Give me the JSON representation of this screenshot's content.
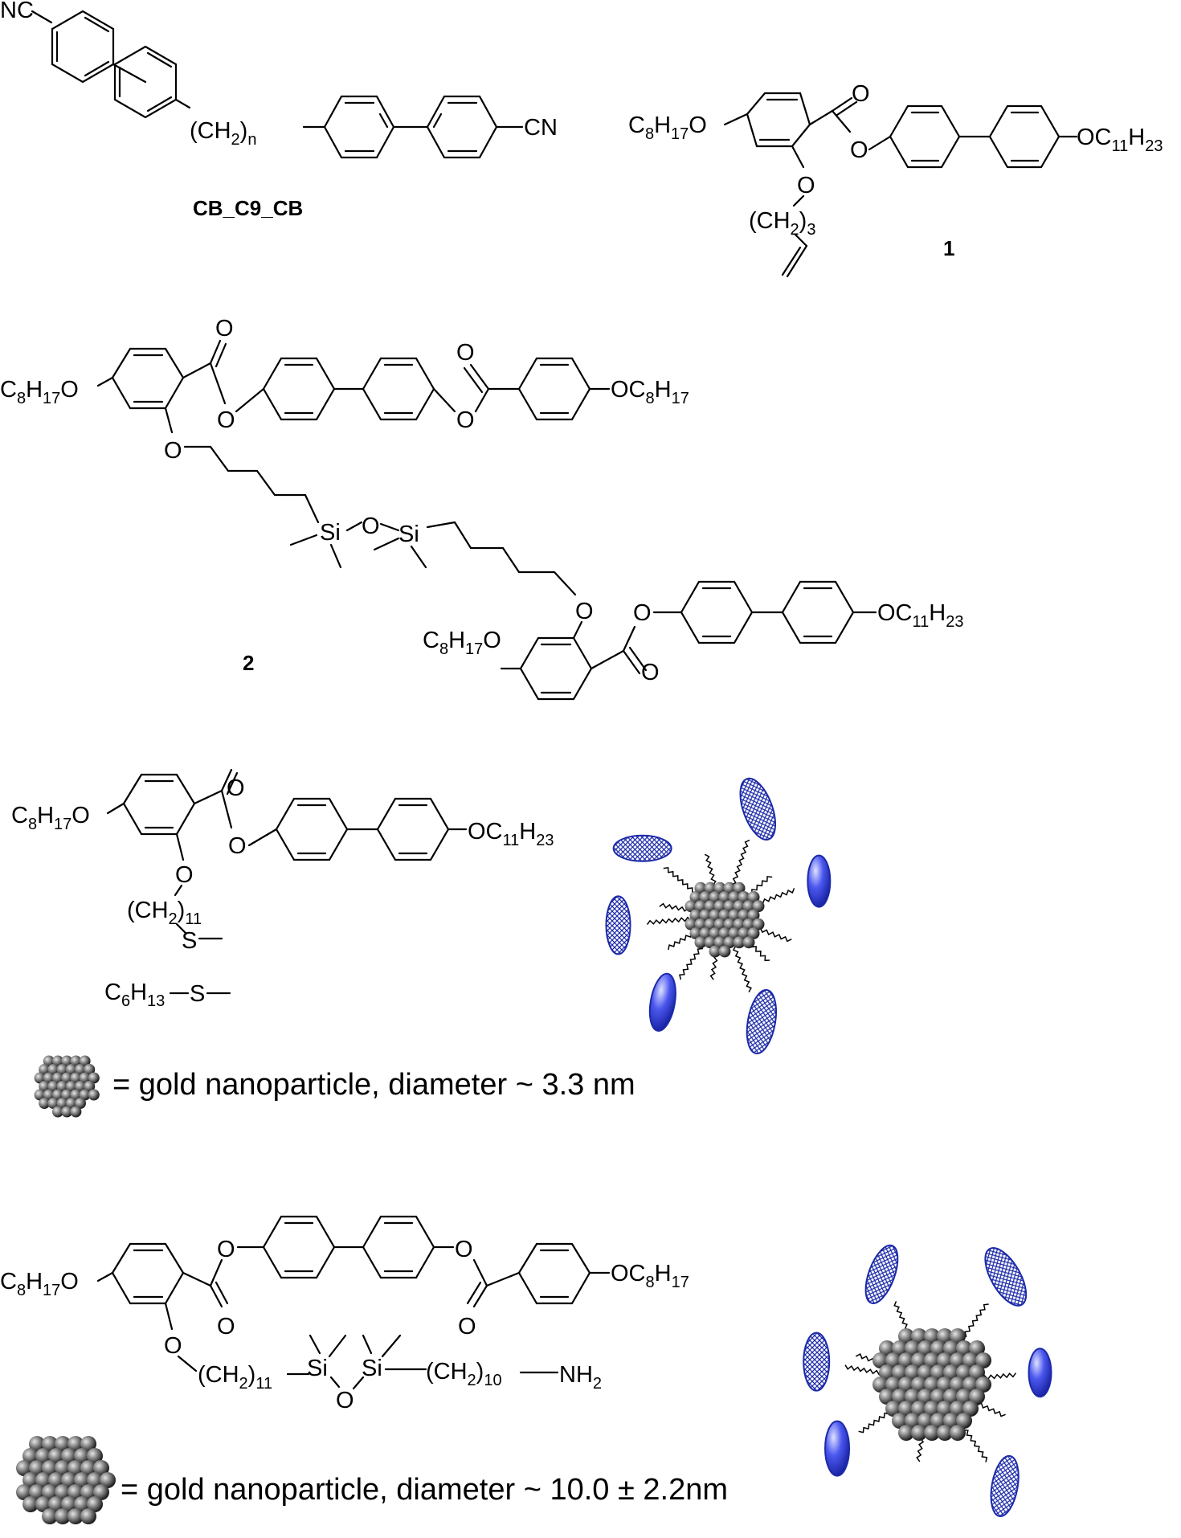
{
  "structures": {
    "cb": {
      "nc": "NC",
      "ch2n": "(CH",
      "ch2n_sub": "2",
      "ch2n_close": ")",
      "ch2n_n": "n",
      "cn": "CN",
      "name": "CB_C9_CB"
    },
    "c1": {
      "c8": "C",
      "c8_a": "8",
      "c8_h": "H",
      "c8_b": "17",
      "c8_o": "O",
      "carbonyl_o": "O",
      "ester_o": "O",
      "ether_o": "O",
      "chain": "(CH",
      "chain_a": "2",
      "chain_close": ")",
      "chain_b": "3",
      "oc11": "OC",
      "oc11_a": "11",
      "oc11_h": "H",
      "oc11_b": "23",
      "name": "1"
    },
    "c2": {
      "c8": "C",
      "c8_a": "8",
      "c8_h": "H",
      "c8_b": "17",
      "o": "O",
      "oc8": "OC",
      "oc8_a": "8",
      "oc8_h": "H",
      "oc8_b": "17",
      "si": "Si",
      "siloxane_o": "O",
      "oc11": "OC",
      "oc11_a": "11",
      "oc11_h": "H",
      "oc11_b": "23",
      "name": "2"
    },
    "c3": {
      "chain": "(CH",
      "chain_a": "2",
      "chain_close": ")",
      "chain_b": "11",
      "s": "S",
      "c6": "C",
      "c6_a": "6",
      "c6_h": "H",
      "c6_b": "13",
      "caption": "= gold nanoparticle, diameter ~ 3.3 nm"
    },
    "c4": {
      "chain11": "(CH",
      "chain11_a": "2",
      "chain11_close": ")",
      "chain11_b": "11",
      "chain10": "(CH",
      "chain10_a": "2",
      "chain10_close": ")",
      "chain10_b": "10",
      "nh2": "NH",
      "nh2_a": "2",
      "caption": "= gold nanoparticle, diameter ~ 10.0 ± 2.2nm"
    }
  },
  "colors": {
    "bond": "#000000",
    "mesogen_fill": "#3a46e8",
    "mesogen_dark": "#1c2aa8",
    "nanoparticle": "#6e6e6e"
  }
}
